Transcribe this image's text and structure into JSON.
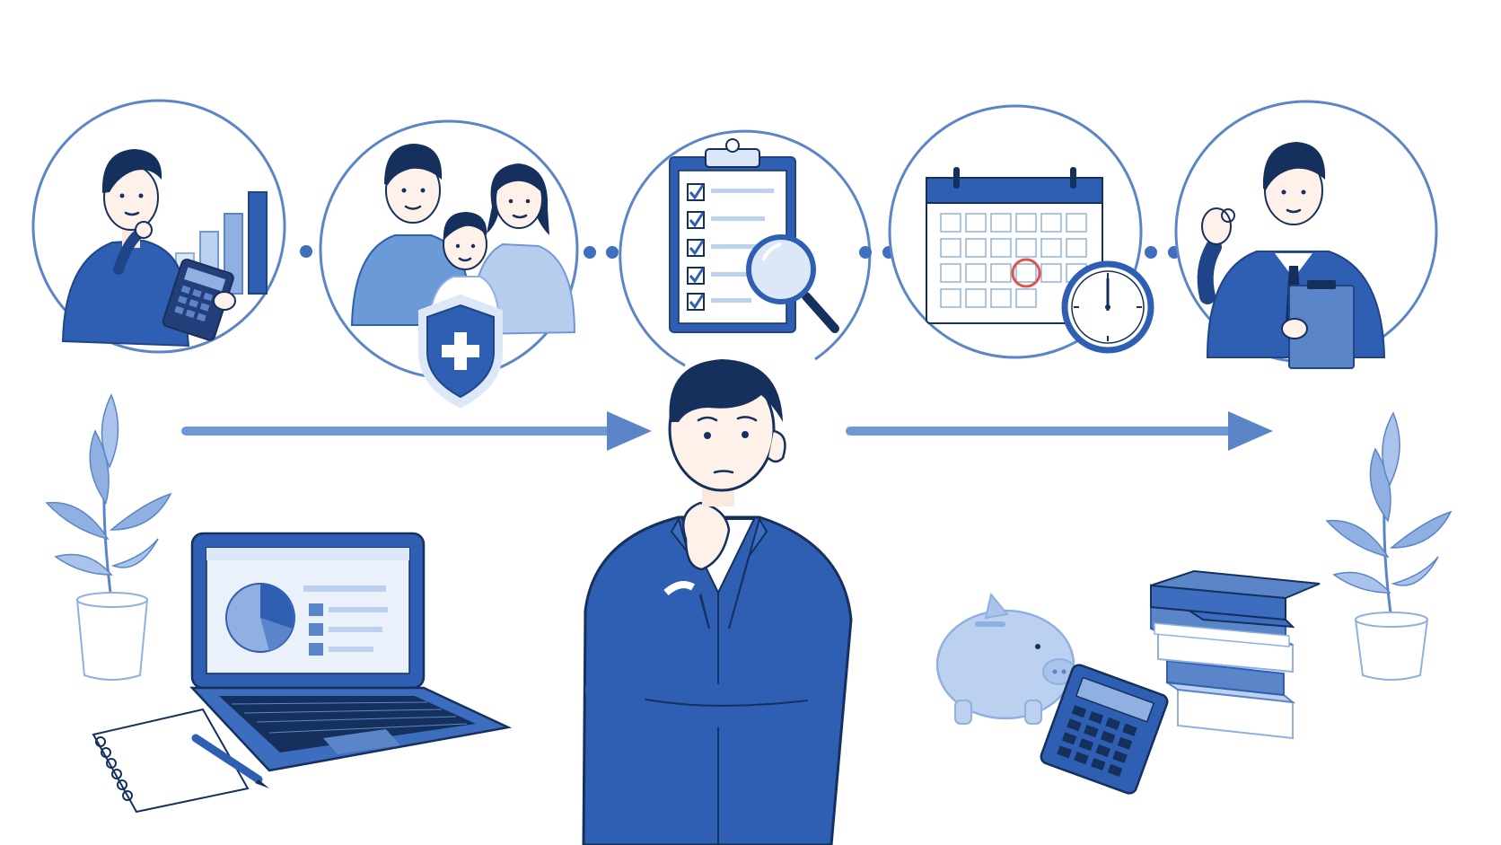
{
  "scene": {
    "palette": {
      "primary_blue": "#2f5fb3",
      "light_blue": "#8fb0e0",
      "pale_blue": "#dce8f8",
      "navy": "#16305e",
      "circle_stroke": "#5a86c9",
      "accent_red": "#e0524a",
      "background": "#ffffff"
    },
    "steps": [
      {
        "name": "budget-planning",
        "icons": [
          "person-thinking-icon",
          "calculator-icon",
          "bar-chart-icon"
        ]
      },
      {
        "name": "family-protection",
        "icons": [
          "family-icon",
          "medical-shield-icon"
        ]
      },
      {
        "name": "review-checklist",
        "icons": [
          "clipboard-checklist-icon",
          "magnifier-icon"
        ]
      },
      {
        "name": "schedule",
        "icons": [
          "calendar-icon",
          "clock-icon"
        ]
      },
      {
        "name": "advisor-approval",
        "icons": [
          "advisor-ok-gesture-icon",
          "clipboard-icon"
        ]
      }
    ],
    "arrows": [
      "arrow-right-icon",
      "arrow-right-icon"
    ],
    "foreground": {
      "center": "businessman-thinking-icon",
      "left": [
        "plant-icon",
        "laptop-pie-chart-icon",
        "notebook-icon",
        "pen-icon"
      ],
      "right": [
        "piggy-bank-icon",
        "calculator-icon",
        "books-icon",
        "plant-icon"
      ]
    }
  }
}
